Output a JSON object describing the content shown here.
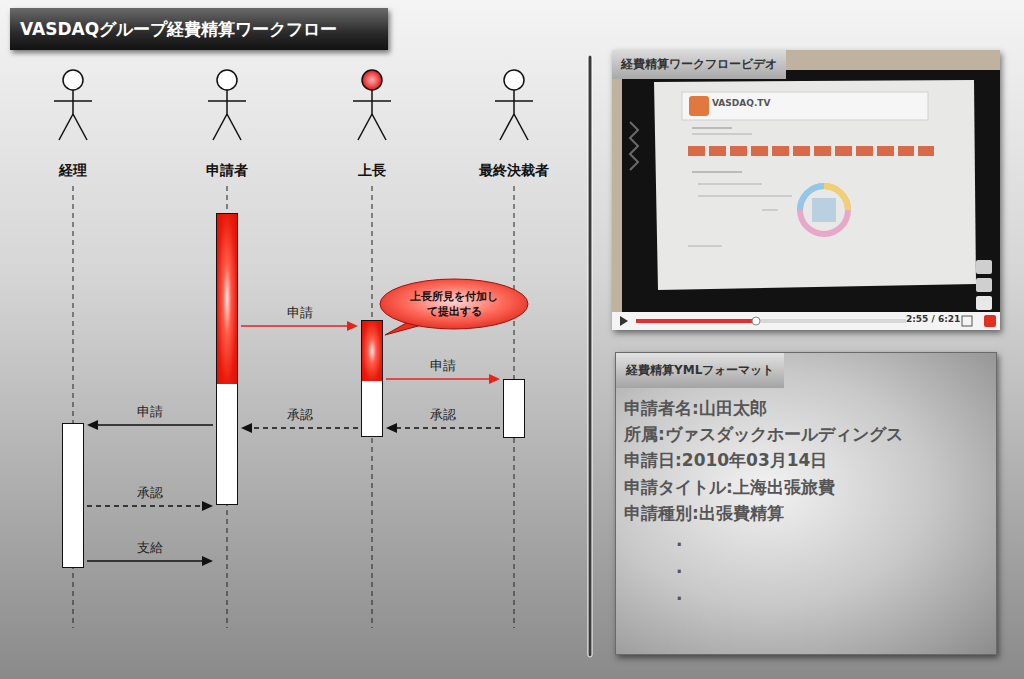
{
  "diagram": {
    "title": "VASDAQグループ経費精算ワークフロー",
    "nodes": [
      {
        "text": [
          "経理"
        ]
      },
      {
        "text": [
          "申請者"
        ]
      },
      {
        "text": [
          "上長"
        ]
      },
      {
        "text": [
          "最終決裁者"
        ]
      },
      {
        "text": [
          "上長所見を付加して提出する"
        ]
      },
      {
        "text": [
          "経費精算ワークフロービデオ"
        ]
      },
      {
        "text": [
          "経費精算YMLフォーマット",
          "申請者名:山田太郎",
          "所属:ヴァスダックホールディングス",
          "申請日:2010年03月14日",
          "申請タイトル:上海出張旅費",
          "申請種別:出張費精算",
          ".",
          ".",
          "."
        ]
      }
    ],
    "edges": [
      {
        "from": 1,
        "to": 2,
        "label": "申請",
        "arrow": "to"
      },
      {
        "from": 2,
        "to": 3,
        "label": "申請",
        "arrow": "to"
      },
      {
        "from": 3,
        "to": 2,
        "label": "承認",
        "arrow": "to"
      },
      {
        "from": 2,
        "to": 1,
        "label": "承認",
        "arrow": "to"
      },
      {
        "from": 1,
        "to": 0,
        "label": "申請",
        "arrow": "to"
      },
      {
        "from": 0,
        "to": 1,
        "label": "承認",
        "arrow": "to"
      },
      {
        "from": 0,
        "to": 1,
        "label": "支給",
        "arrow": "to"
      }
    ],
    "labels": [
      "VASDAQ.TV",
      "2:55 / 6:21"
    ]
  }
}
